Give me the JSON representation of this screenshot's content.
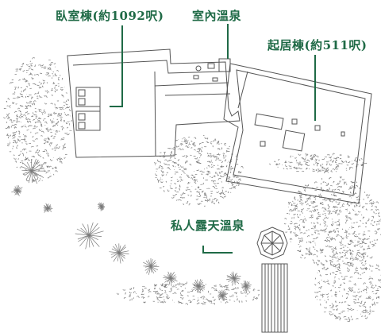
{
  "labels": {
    "bedroom_wing": "臥室棟(約1092呎)",
    "indoor_onsen": "室內溫泉",
    "living_wing": "起居棟(約511呎)",
    "outdoor_onsen": "私人露天溫泉"
  },
  "colors": {
    "label": "#1f6a46",
    "leader": "#1f6a46",
    "line": "#555555",
    "foliage": "#7a7a7a"
  }
}
